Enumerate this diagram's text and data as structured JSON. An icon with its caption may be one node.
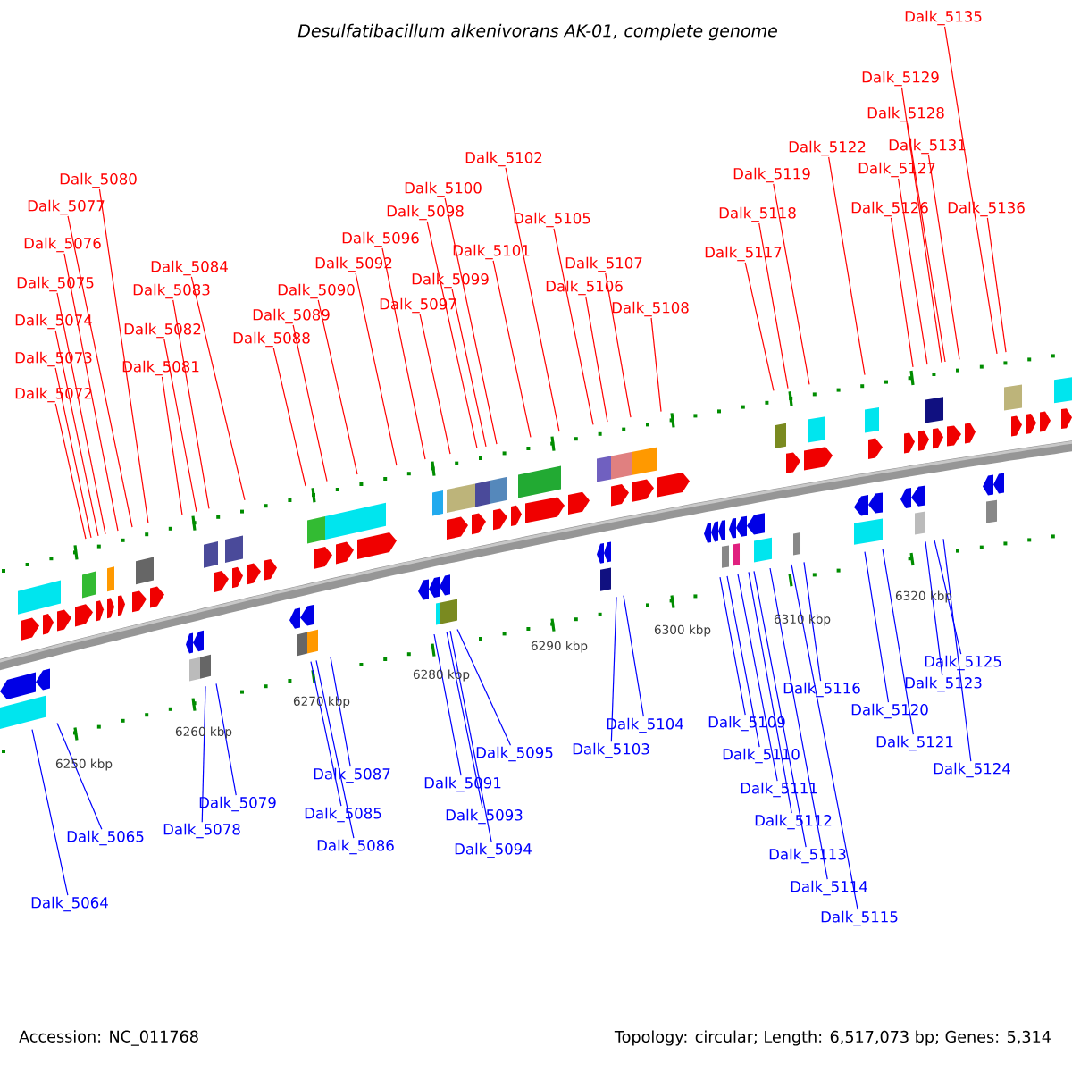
{
  "diagram": {
    "title": "Desulfatibacillum alkenivorans AK-01, complete genome",
    "nodes": [
      {
        "text": [
          "Dalk_5064"
        ]
      },
      {
        "text": [
          "Dalk_5065"
        ]
      },
      {
        "text": [
          "Dalk_5072"
        ]
      },
      {
        "text": [
          "Dalk_5073"
        ]
      },
      {
        "text": [
          "Dalk_5074"
        ]
      },
      {
        "text": [
          "Dalk_5075"
        ]
      },
      {
        "text": [
          "Dalk_5076"
        ]
      },
      {
        "text": [
          "Dalk_5077"
        ]
      },
      {
        "text": [
          "Dalk_5078"
        ]
      },
      {
        "text": [
          "Dalk_5079"
        ]
      },
      {
        "text": [
          "Dalk_5080"
        ]
      },
      {
        "text": [
          "Dalk_5081"
        ]
      },
      {
        "text": [
          "Dalk_5082"
        ]
      },
      {
        "text": [
          "Dalk_5083"
        ]
      },
      {
        "text": [
          "Dalk_5084"
        ]
      },
      {
        "text": [
          "Dalk_5085"
        ]
      },
      {
        "text": [
          "Dalk_5086"
        ]
      },
      {
        "text": [
          "Dalk_5087"
        ]
      },
      {
        "text": [
          "Dalk_5088"
        ]
      },
      {
        "text": [
          "Dalk_5089"
        ]
      },
      {
        "text": [
          "Dalk_5090"
        ]
      },
      {
        "text": [
          "Dalk_5091"
        ]
      },
      {
        "text": [
          "Dalk_5092"
        ]
      },
      {
        "text": [
          "Dalk_5093"
        ]
      },
      {
        "text": [
          "Dalk_5094"
        ]
      },
      {
        "text": [
          "Dalk_5095"
        ]
      },
      {
        "text": [
          "Dalk_5096"
        ]
      },
      {
        "text": [
          "Dalk_5097"
        ]
      },
      {
        "text": [
          "Dalk_5098"
        ]
      },
      {
        "text": [
          "Dalk_5099"
        ]
      },
      {
        "text": [
          "Dalk_5100"
        ]
      },
      {
        "text": [
          "Dalk_5101"
        ]
      },
      {
        "text": [
          "Dalk_5102"
        ]
      },
      {
        "text": [
          "Dalk_5103"
        ]
      },
      {
        "text": [
          "Dalk_5104"
        ]
      },
      {
        "text": [
          "Dalk_5105"
        ]
      },
      {
        "text": [
          "Dalk_5106"
        ]
      },
      {
        "text": [
          "Dalk_5107"
        ]
      },
      {
        "text": [
          "Dalk_5108"
        ]
      },
      {
        "text": [
          "Dalk_5109"
        ]
      },
      {
        "text": [
          "Dalk_5110"
        ]
      },
      {
        "text": [
          "Dalk_5111"
        ]
      },
      {
        "text": [
          "Dalk_5112"
        ]
      },
      {
        "text": [
          "Dalk_5113"
        ]
      },
      {
        "text": [
          "Dalk_5114"
        ]
      },
      {
        "text": [
          "Dalk_5115"
        ]
      },
      {
        "text": [
          "Dalk_5116"
        ]
      },
      {
        "text": [
          "Dalk_5117"
        ]
      },
      {
        "text": [
          "Dalk_5118"
        ]
      },
      {
        "text": [
          "Dalk_5119"
        ]
      },
      {
        "text": [
          "Dalk_5120"
        ]
      },
      {
        "text": [
          "Dalk_5121"
        ]
      },
      {
        "text": [
          "Dalk_5122"
        ]
      },
      {
        "text": [
          "Dalk_5123"
        ]
      },
      {
        "text": [
          "Dalk_5124"
        ]
      },
      {
        "text": [
          "Dalk_5125"
        ]
      },
      {
        "text": [
          "Dalk_5126"
        ]
      },
      {
        "text": [
          "Dalk_5127"
        ]
      },
      {
        "text": [
          "Dalk_5128"
        ]
      },
      {
        "text": [
          "Dalk_5129"
        ]
      },
      {
        "text": [
          "Dalk_5131"
        ]
      },
      {
        "text": [
          "Dalk_5135"
        ]
      },
      {
        "text": [
          "Dalk_5136"
        ]
      }
    ],
    "edges": [
      {
        "from": 0,
        "to": null,
        "arrow": "none",
        "color": "#0000ff"
      },
      {
        "from": 1,
        "to": null,
        "arrow": "none",
        "color": "#0000ff"
      },
      {
        "from": 2,
        "to": null,
        "arrow": "none",
        "color": "#ff0000"
      },
      {
        "from": 3,
        "to": null,
        "arrow": "none",
        "color": "#ff0000"
      },
      {
        "from": 4,
        "to": null,
        "arrow": "none",
        "color": "#ff0000"
      },
      {
        "from": 5,
        "to": null,
        "arrow": "none",
        "color": "#ff0000"
      },
      {
        "from": 6,
        "to": null,
        "arrow": "none",
        "color": "#ff0000"
      },
      {
        "from": 7,
        "to": null,
        "arrow": "none",
        "color": "#ff0000"
      },
      {
        "from": 8,
        "to": null,
        "arrow": "none",
        "color": "#0000ff"
      },
      {
        "from": 9,
        "to": null,
        "arrow": "none",
        "color": "#0000ff"
      },
      {
        "from": 10,
        "to": null,
        "arrow": "none",
        "color": "#ff0000"
      },
      {
        "from": 11,
        "to": null,
        "arrow": "none",
        "color": "#ff0000"
      },
      {
        "from": 12,
        "to": null,
        "arrow": "none",
        "color": "#ff0000"
      },
      {
        "from": 13,
        "to": null,
        "arrow": "none",
        "color": "#ff0000"
      },
      {
        "from": 14,
        "to": null,
        "arrow": "none",
        "color": "#ff0000"
      },
      {
        "from": 15,
        "to": null,
        "arrow": "none",
        "color": "#0000ff"
      },
      {
        "from": 16,
        "to": null,
        "arrow": "none",
        "color": "#0000ff"
      },
      {
        "from": 17,
        "to": null,
        "arrow": "none",
        "color": "#0000ff"
      },
      {
        "from": 18,
        "to": null,
        "arrow": "none",
        "color": "#ff0000"
      },
      {
        "from": 19,
        "to": null,
        "arrow": "none",
        "color": "#ff0000"
      },
      {
        "from": 20,
        "to": null,
        "arrow": "none",
        "color": "#ff0000"
      },
      {
        "from": 21,
        "to": null,
        "arrow": "none",
        "color": "#0000ff"
      },
      {
        "from": 22,
        "to": null,
        "arrow": "none",
        "color": "#ff0000"
      },
      {
        "from": 23,
        "to": null,
        "arrow": "none",
        "color": "#0000ff"
      },
      {
        "from": 24,
        "to": null,
        "arrow": "none",
        "color": "#0000ff"
      },
      {
        "from": 25,
        "to": null,
        "arrow": "none",
        "color": "#0000ff"
      },
      {
        "from": 26,
        "to": null,
        "arrow": "none",
        "color": "#ff0000"
      },
      {
        "from": 27,
        "to": null,
        "arrow": "none",
        "color": "#ff0000"
      },
      {
        "from": 28,
        "to": null,
        "arrow": "none",
        "color": "#ff0000"
      },
      {
        "from": 29,
        "to": null,
        "arrow": "none",
        "color": "#ff0000"
      },
      {
        "from": 30,
        "to": null,
        "arrow": "none",
        "color": "#ff0000"
      },
      {
        "from": 31,
        "to": null,
        "arrow": "none",
        "color": "#ff0000"
      },
      {
        "from": 32,
        "to": null,
        "arrow": "none",
        "color": "#ff0000"
      },
      {
        "from": 33,
        "to": null,
        "arrow": "none",
        "color": "#0000ff"
      },
      {
        "from": 34,
        "to": null,
        "arrow": "none",
        "color": "#0000ff"
      },
      {
        "from": 35,
        "to": null,
        "arrow": "none",
        "color": "#ff0000"
      },
      {
        "from": 36,
        "to": null,
        "arrow": "none",
        "color": "#ff0000"
      },
      {
        "from": 37,
        "to": null,
        "arrow": "none",
        "color": "#ff0000"
      },
      {
        "from": 38,
        "to": null,
        "arrow": "none",
        "color": "#ff0000"
      },
      {
        "from": 39,
        "to": null,
        "arrow": "none",
        "color": "#0000ff"
      },
      {
        "from": 40,
        "to": null,
        "arrow": "none",
        "color": "#0000ff"
      },
      {
        "from": 41,
        "to": null,
        "arrow": "none",
        "color": "#0000ff"
      },
      {
        "from": 42,
        "to": null,
        "arrow": "none",
        "color": "#0000ff"
      },
      {
        "from": 43,
        "to": null,
        "arrow": "none",
        "color": "#0000ff"
      },
      {
        "from": 44,
        "to": null,
        "arrow": "none",
        "color": "#0000ff"
      },
      {
        "from": 45,
        "to": null,
        "arrow": "none",
        "color": "#0000ff"
      },
      {
        "from": 46,
        "to": null,
        "arrow": "none",
        "color": "#0000ff"
      },
      {
        "from": 47,
        "to": null,
        "arrow": "none",
        "color": "#ff0000"
      },
      {
        "from": 48,
        "to": null,
        "arrow": "none",
        "color": "#ff0000"
      },
      {
        "from": 49,
        "to": null,
        "arrow": "none",
        "color": "#ff0000"
      },
      {
        "from": 50,
        "to": null,
        "arrow": "none",
        "color": "#0000ff"
      },
      {
        "from": 51,
        "to": null,
        "arrow": "none",
        "color": "#0000ff"
      },
      {
        "from": 52,
        "to": null,
        "arrow": "none",
        "color": "#ff0000"
      },
      {
        "from": 53,
        "to": null,
        "arrow": "none",
        "color": "#0000ff"
      },
      {
        "from": 54,
        "to": null,
        "arrow": "none",
        "color": "#0000ff"
      },
      {
        "from": 55,
        "to": null,
        "arrow": "none",
        "color": "#0000ff"
      },
      {
        "from": 56,
        "to": null,
        "arrow": "none",
        "color": "#ff0000"
      },
      {
        "from": 57,
        "to": null,
        "arrow": "none",
        "color": "#ff0000"
      },
      {
        "from": 58,
        "to": null,
        "arrow": "none",
        "color": "#ff0000"
      },
      {
        "from": 59,
        "to": null,
        "arrow": "none",
        "color": "#ff0000"
      },
      {
        "from": 60,
        "to": null,
        "arrow": "none",
        "color": "#ff0000"
      },
      {
        "from": 61,
        "to": null,
        "arrow": "none",
        "color": "#ff0000"
      },
      {
        "from": 62,
        "to": null,
        "arrow": "none",
        "color": "#ff0000"
      }
    ],
    "labels": [
      "6250 kbp",
      "6260 kbp",
      "6270 kbp",
      "6280 kbp",
      "6290 kbp",
      "6300 kbp",
      "6310 kbp",
      "6320 kbp",
      "Accession: NC_011768",
      "Topology: circular; Length: 6,517,073 bp; Genes: 5,314"
    ]
  }
}
